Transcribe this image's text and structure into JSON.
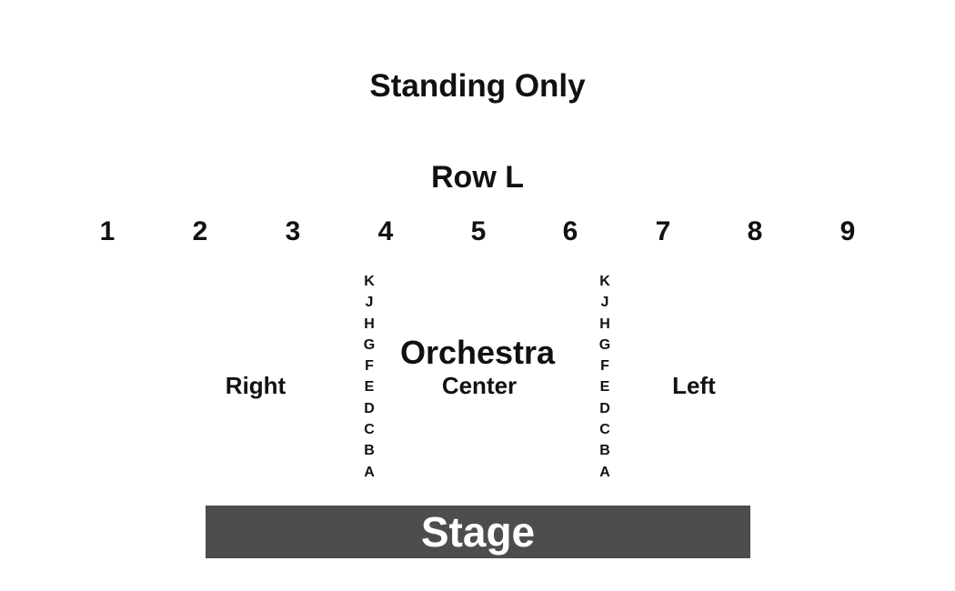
{
  "standing_label": "Standing Only",
  "row_title": "Row L",
  "row_numbers": [
    "1",
    "2",
    "3",
    "4",
    "5",
    "6",
    "7",
    "8",
    "9"
  ],
  "section_title": "Orchestra",
  "sections": {
    "right": "Right",
    "center": "Center",
    "left": "Left"
  },
  "aisle_rows": [
    "K",
    "J",
    "H",
    "G",
    "F",
    "E",
    "D",
    "C",
    "B",
    "A"
  ],
  "stage_label": "Stage",
  "colors": {
    "stage_fill": "#4d4d4d",
    "stage_text": "#ffffff",
    "text": "#111111"
  }
}
